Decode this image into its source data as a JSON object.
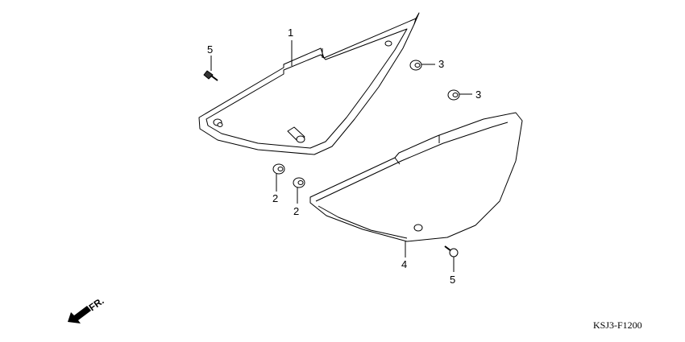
{
  "diagram": {
    "code": "KSJ3-F1200",
    "front_marker": "FR.",
    "callouts": [
      {
        "label": "1",
        "part": "side-cover-upper"
      },
      {
        "label": "2",
        "part": "grommet"
      },
      {
        "label": "2",
        "part": "grommet"
      },
      {
        "label": "3",
        "part": "grommet"
      },
      {
        "label": "3",
        "part": "grommet"
      },
      {
        "label": "4",
        "part": "side-cover-lower"
      },
      {
        "label": "5",
        "part": "bolt"
      },
      {
        "label": "5",
        "part": "bolt"
      }
    ]
  }
}
